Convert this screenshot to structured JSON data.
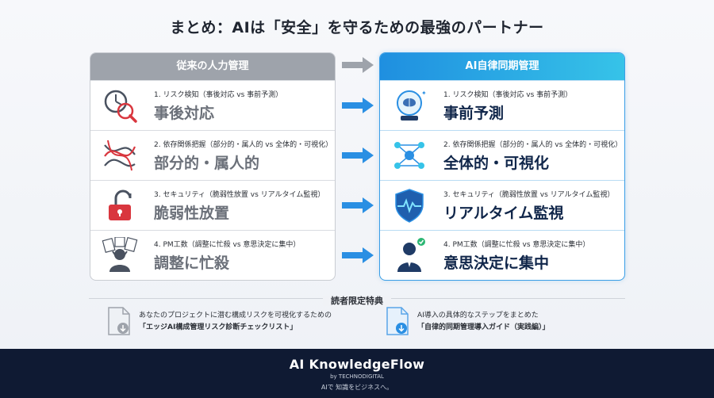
{
  "title": "まとめ：AIは「安全」を守るための最強のパートナー",
  "left": {
    "header": "従来の人力管理",
    "rows": [
      {
        "sub": "1. リスク検知（事後対応 vs 事前予測）",
        "main": "事後対応",
        "icon": "clock-magnifier-icon"
      },
      {
        "sub": "2. 依存関係把握（部分的・属人的 vs 全体的・可視化）",
        "main": "部分的・属人的",
        "icon": "tangled-lines-icon"
      },
      {
        "sub": "3. セキュリティ（脆弱性放置 vs リアルタイム監視）",
        "main": "脆弱性放置",
        "icon": "open-padlock-icon"
      },
      {
        "sub": "4. PM工数（調整に忙殺 vs 意思決定に集中）",
        "main": "調整に忙殺",
        "icon": "stressed-person-icon"
      }
    ]
  },
  "right": {
    "header": "AI自律同期管理",
    "rows": [
      {
        "sub": "1. リスク検知（事後対応 vs 事前予測）",
        "main": "事前予測",
        "icon": "brain-crystal-ball-icon"
      },
      {
        "sub": "2. 依存関係把握（部分的・属人的 vs 全体的・可視化）",
        "main": "全体的・可視化",
        "icon": "network-graph-icon"
      },
      {
        "sub": "3. セキュリティ（脆弱性放置 vs リアルタイム監視）",
        "main": "リアルタイム監視",
        "icon": "shield-pulse-icon"
      },
      {
        "sub": "4. PM工数（調整に忙殺 vs 意思決定に集中）",
        "main": "意思決定に集中",
        "icon": "confident-person-icon"
      }
    ]
  },
  "bonus": {
    "heading": "読者限定特典",
    "items": [
      {
        "line1": "あなたのプロジェクトに潜む構成リスクを可視化するための",
        "line2": "「エッジAI構成管理リスク診断チェックリスト」",
        "icon": "document-download-icon"
      },
      {
        "line1": "AI導入の具体的なステップをまとめた",
        "line2": "「自律的同期管理導入ガイド（実践編）」",
        "icon": "document-download-icon"
      }
    ]
  },
  "footer": {
    "brand": "AI KnowledgeFlow",
    "by": "by TECHNODIGITAL",
    "tagline": "AIで 知識をビジネスへ。"
  },
  "colors": {
    "accent": "#1f8fe0",
    "accent_light": "#36c3e8",
    "gray_header": "#9ea3ab",
    "footer_bg": "#0f1a33",
    "alert_red": "#d9363e"
  }
}
